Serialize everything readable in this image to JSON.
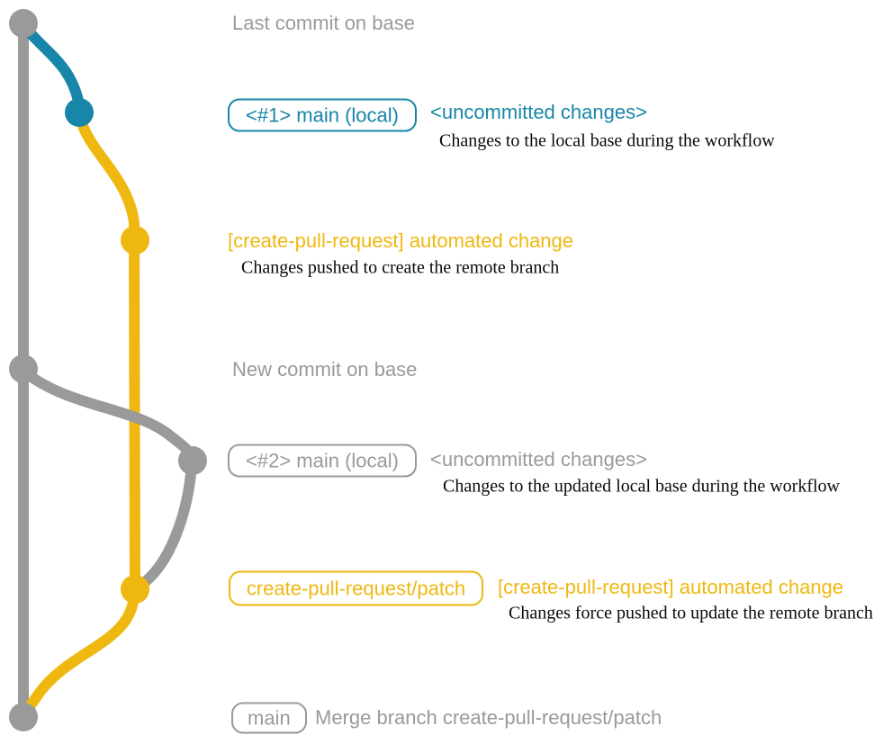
{
  "colors": {
    "base_branch_gray": "#9a9a9a",
    "local_main_teal": "#1886a8",
    "pr_branch_yellow": "#efb810",
    "note_text_black": "#0a0a0a",
    "background": "#ffffff"
  },
  "graph": {
    "branches": [
      {
        "name": "base",
        "color": "#9a9a9a"
      },
      {
        "name": "main (local)",
        "color": "#1886a8"
      },
      {
        "name": "create-pull-request/patch",
        "color": "#efb810"
      }
    ],
    "commits": [
      {
        "name": "last-commit-on-base",
        "branch": "base"
      },
      {
        "name": "uncommitted-changes-1",
        "branch": "main (local)"
      },
      {
        "name": "automated-change-1",
        "branch": "create-pull-request/patch"
      },
      {
        "name": "new-commit-on-base",
        "branch": "base"
      },
      {
        "name": "uncommitted-changes-2",
        "branch": "main (local)"
      },
      {
        "name": "automated-change-2",
        "branch": "create-pull-request/patch"
      },
      {
        "name": "merge-commit",
        "branch": "base"
      }
    ]
  },
  "labels": {
    "heading1": "Last commit on base",
    "branch1_box": "<#1> main (local)",
    "branch1_status": "<uncommitted changes>",
    "branch1_note": "Changes to the local base during the workflow",
    "pr_commit1_title": "[create-pull-request] automated change",
    "pr_commit1_note": "Changes pushed to create the remote branch",
    "heading2": "New commit on base",
    "branch2_box": "<#2> main (local)",
    "branch2_status": "<uncommitted changes>",
    "branch2_note": "Changes to the updated local base during the workflow",
    "pr_branch_box": "create-pull-request/patch",
    "pr_commit2_title": "[create-pull-request] automated change",
    "pr_commit2_note": "Changes force pushed to update the remote branch",
    "merge_box": "main",
    "merge_note": "Merge branch create-pull-request/patch"
  }
}
